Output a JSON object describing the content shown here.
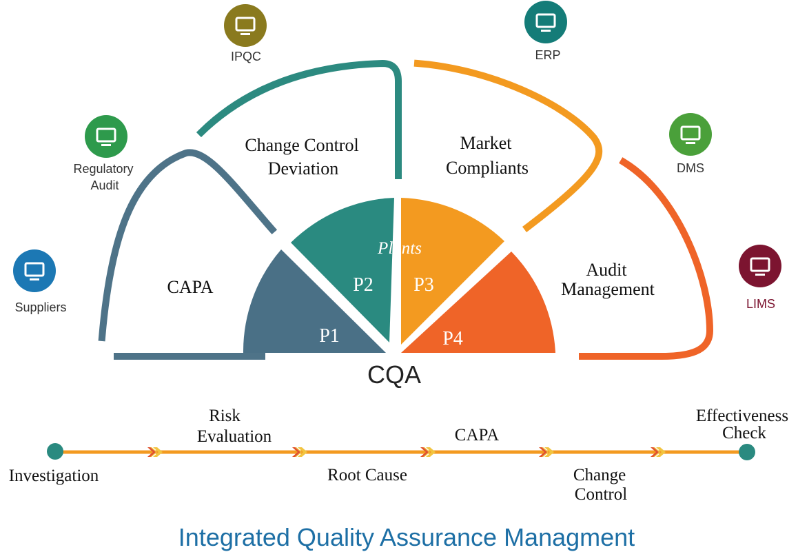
{
  "diagram": {
    "center_label": "CQA",
    "footer_title": "Integrated Quality Assurance Managment",
    "plants": {
      "label": "Plants",
      "segments": [
        {
          "label": "P1",
          "color": "#4a7086"
        },
        {
          "label": "P2",
          "color": "#2a8a80"
        },
        {
          "label": "P3",
          "color": "#f39a20"
        },
        {
          "label": "P4",
          "color": "#ef6428"
        }
      ]
    },
    "arc_sections": [
      {
        "lines": [
          "CAPA"
        ],
        "color": "#4e7388"
      },
      {
        "lines": [
          "Change Control",
          "Deviation"
        ],
        "color": "#2c8a80"
      },
      {
        "lines": [
          "Market",
          "Compliants"
        ],
        "color": "#f39a20"
      },
      {
        "lines": [
          "Audit",
          "Management"
        ],
        "color": "#ef6428"
      }
    ],
    "systems": [
      {
        "label": "Suppliers",
        "color": "#1c78b4",
        "label_color": "#333333"
      },
      {
        "label": "Regulatory",
        "label2": "Audit",
        "color": "#2e9a4c",
        "label_color": "#333333"
      },
      {
        "label": "IPQC",
        "color": "#8a7a1e",
        "label_color": "#333333"
      },
      {
        "label": "ERP",
        "color": "#147c78",
        "label_color": "#333333"
      },
      {
        "label": "DMS",
        "color": "#4aa03a",
        "label_color": "#333333"
      },
      {
        "label": "LIMS",
        "color": "#7c1430",
        "label_color": "#7c1430"
      }
    ],
    "process_flow": {
      "line_color": "#f39a20",
      "endpoint_color": "#2a8a80",
      "steps": [
        {
          "lines": [
            "Investigation"
          ]
        },
        {
          "lines": [
            "Risk",
            "Evaluation"
          ]
        },
        {
          "lines": [
            "Root Cause"
          ]
        },
        {
          "lines": [
            "CAPA"
          ]
        },
        {
          "lines": [
            "Change",
            "Control"
          ]
        },
        {
          "lines": [
            "Effectiveness",
            "Check"
          ]
        }
      ]
    }
  }
}
